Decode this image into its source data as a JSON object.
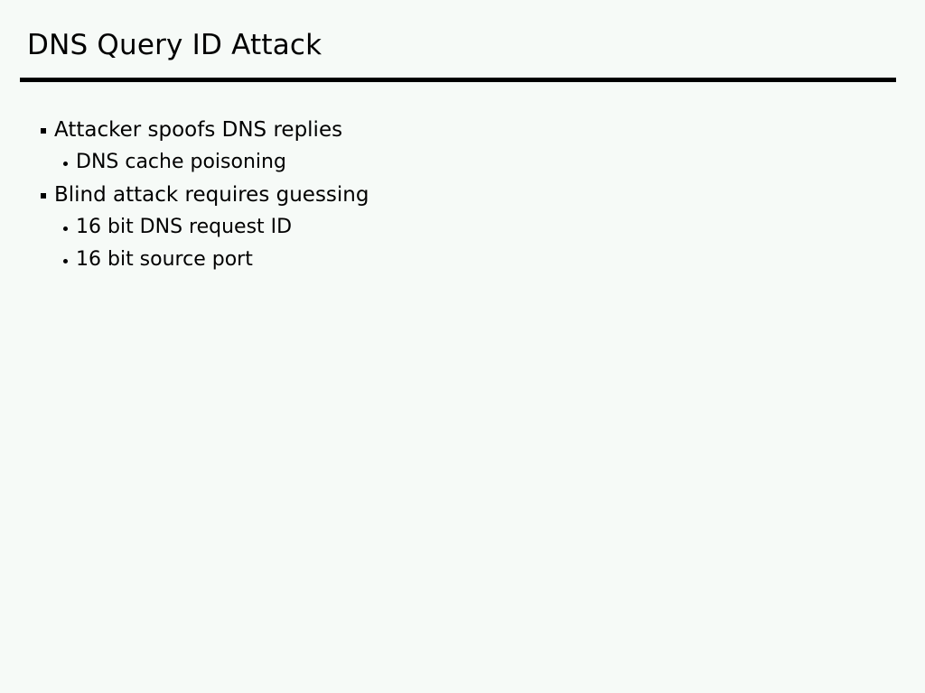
{
  "slide": {
    "title": "DNS Query ID Attack",
    "background_color": "#f6faf7",
    "text_color": "#000000",
    "rule_color": "#000000",
    "bullets": [
      {
        "level": 1,
        "marker": "square-bullet-icon",
        "text": "Attacker spoofs DNS replies"
      },
      {
        "level": 2,
        "marker": "dot-bullet-icon",
        "text": "DNS cache poisoning"
      },
      {
        "level": 1,
        "marker": "square-bullet-icon",
        "text": "Blind attack requires guessing"
      },
      {
        "level": 2,
        "marker": "dot-bullet-icon",
        "text": "16 bit DNS request ID"
      },
      {
        "level": 2,
        "marker": "dot-bullet-icon",
        "text": "16 bit source port"
      }
    ]
  }
}
